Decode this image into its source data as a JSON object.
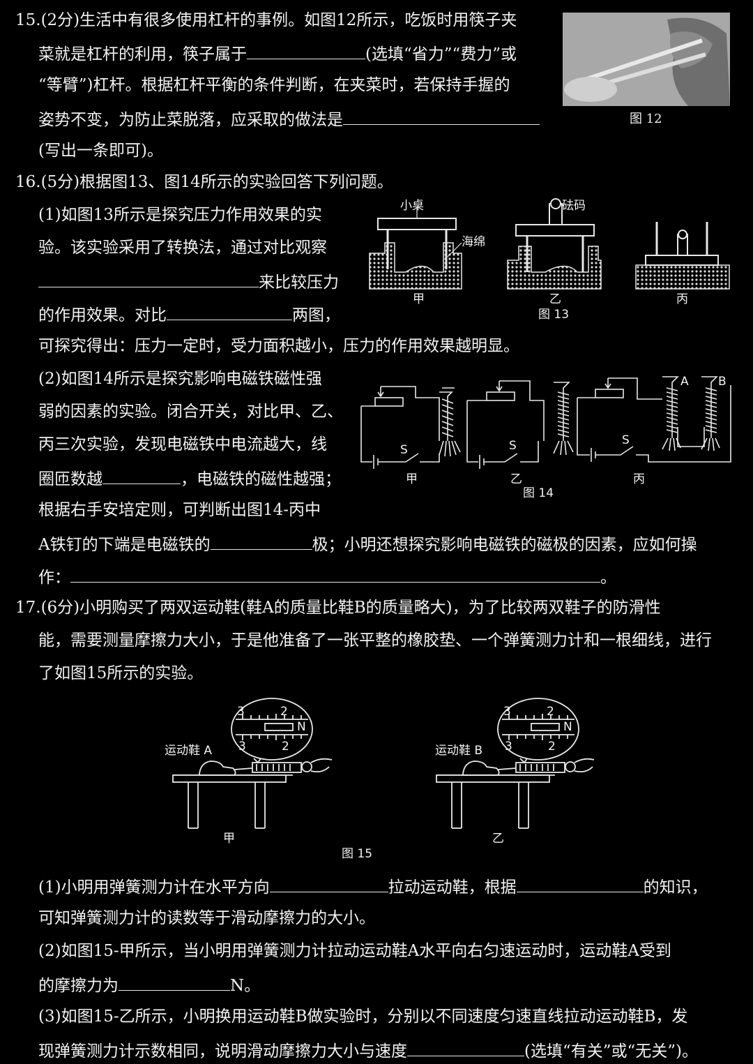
{
  "q15": {
    "l1": "15.(2分)生活中有很多使用杠杆的事例。如图12所示，吃饭时用筷子夹",
    "l2a": "菜就是杠杆的利用，筷子属于",
    "l2b": "(选填“省力”“费力”或",
    "l3": "“等臂”)杠杆。根据杠杆平衡的条件判断，在夹菜时，若保持手握的",
    "l4a": "姿势不变，为防止菜脱落，应采取的做法是",
    "l5": "(写出一条即可)。",
    "fig": "图 12"
  },
  "q16": {
    "l1": "16.(5分)根据图13、图14所示的实验回答下列问题。",
    "p1l1": "(1)如图13所示是探究压力作用效果的实",
    "p1l2": "验。该实验采用了转换法，通过对比观察",
    "p1l3b": "来比较压力",
    "p1l4a": "的作用效果。对比",
    "p1l4b": "两图，",
    "p1l5": "可探究得出：压力一定时，受力面积越小，压力的作用效果越明显。",
    "p2l1": "(2)如图14所示是探究影响电磁铁磁性强",
    "p2l2": "弱的因素的实验。闭合开关，对比甲、乙、",
    "p2l3": "丙三次实验，发现电磁铁中电流越大，线",
    "p2l4a": "圈匝数越",
    "p2l4b": "，电磁铁的磁性越强；",
    "p2l5": "根据右手安培定则，可判断出图14-丙中",
    "p2l6a": "A铁钉的下端是电磁铁的",
    "p2l6b": "极；小明还想探究影响电磁铁的磁极的因素，应如何操",
    "p2l7a": "作：",
    "p2l7b": "。",
    "fig13": {
      "desk": "小桌",
      "weight": "砝码",
      "sponge": "海绵",
      "jia": "甲",
      "yi": "乙",
      "bing": "丙",
      "caption": "图 13"
    },
    "fig14": {
      "s": "S",
      "a": "A",
      "b": "B",
      "jia": "甲",
      "yi": "乙",
      "bing": "丙",
      "caption": "图 14"
    }
  },
  "q17": {
    "l1": "17.(6分)小明购买了两双运动鞋(鞋A的质量比鞋B的质量略大)，为了比较两双鞋子的防滑性",
    "l2": "能，需要测量摩擦力大小，于是他准备了一张平整的橡胶垫、一个弹簧测力计和一根细线，进行",
    "l3": "了如图15所示的实验。",
    "fig15": {
      "shoeA": "运动鞋 A",
      "shoeB": "运动鞋 B",
      "jia": "甲",
      "yi": "乙",
      "caption": "图 15",
      "n": "N",
      "t3": "3",
      "t2": "2"
    },
    "p1a": "(1)小明用弹簧测力计在水平方向",
    "p1b": "拉动运动鞋，根据",
    "p1c": "的知识，",
    "p1l2": "可知弹簧测力计的读数等于滑动摩擦力的大小。",
    "p2l1": "(2)如图15-甲所示，当小明用弹簧测力计拉动运动鞋A水平向右匀速运动时，运动鞋A受到",
    "p2l2a": "的摩擦力为",
    "p2l2b": "N。",
    "p3l1": "(3)如图15-乙所示，小明换用运动鞋B做实验时，分别以不同速度匀速直线拉动运动鞋B，发",
    "p3l2a": "现弹簧测力计示数相同，说明滑动摩擦力大小与速度",
    "p3l2b": "(选填“有关”或“无关”)。"
  }
}
